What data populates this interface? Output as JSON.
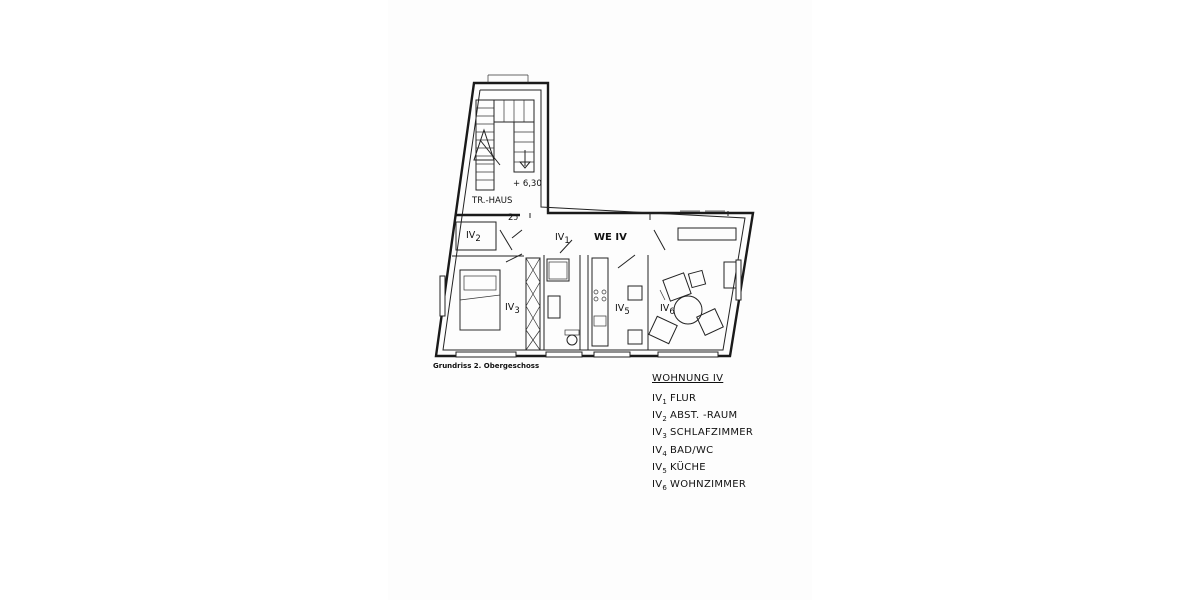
{
  "caption": "Grundriss 2. Obergeschoss",
  "elevation": "+ 6,30",
  "stair_label": "TR.-HAUS",
  "unit_label": "WE IV",
  "room_labels": [
    {
      "code": "IV",
      "sub": "1"
    },
    {
      "code": "IV",
      "sub": "2"
    },
    {
      "code": "IV",
      "sub": "3"
    },
    {
      "code": "IV",
      "sub": "5"
    },
    {
      "code": "IV",
      "sub": "6"
    }
  ],
  "legend": {
    "title": "WOHNUNG IV",
    "items": [
      {
        "code": "IV",
        "sub": "1",
        "name": "FLUR"
      },
      {
        "code": "IV",
        "sub": "2",
        "name": "ABST. -RAUM"
      },
      {
        "code": "IV",
        "sub": "3",
        "name": "SCHLAFZIMMER"
      },
      {
        "code": "IV",
        "sub": "4",
        "name": "BAD/WC"
      },
      {
        "code": "IV",
        "sub": "5",
        "name": "KÜCHE"
      },
      {
        "code": "IV",
        "sub": "6",
        "name": "WOHNZIMMER"
      }
    ]
  }
}
